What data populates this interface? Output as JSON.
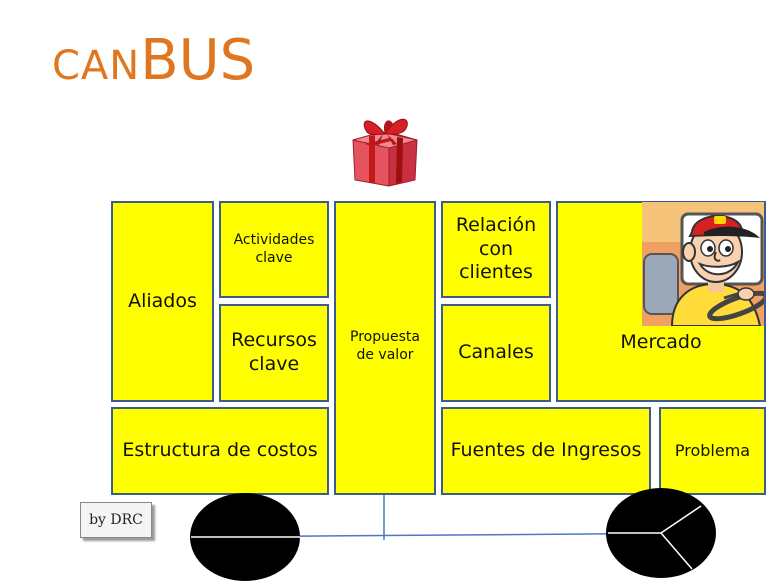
{
  "title": {
    "prefix": "CAN",
    "main": "BUS"
  },
  "blocks": {
    "aliados": "Aliados",
    "actividades": "Actividades clave",
    "recursos": "Recursos clave",
    "propuesta": "Propuesta de valor",
    "relacion": "Relación con clientes",
    "canales": "Canales",
    "mercado": "Mercado",
    "estructura": "Estructura de costos",
    "fuentes": "Fuentes de Ingresos",
    "problema": "Problema"
  },
  "credit": "by DRC",
  "colors": {
    "title": "#e0761f",
    "block_fill": "#ffff00",
    "block_border": "#3c5a93",
    "wheel": "#000000"
  },
  "icons": [
    "gift-icon",
    "bus-driver-icon"
  ]
}
